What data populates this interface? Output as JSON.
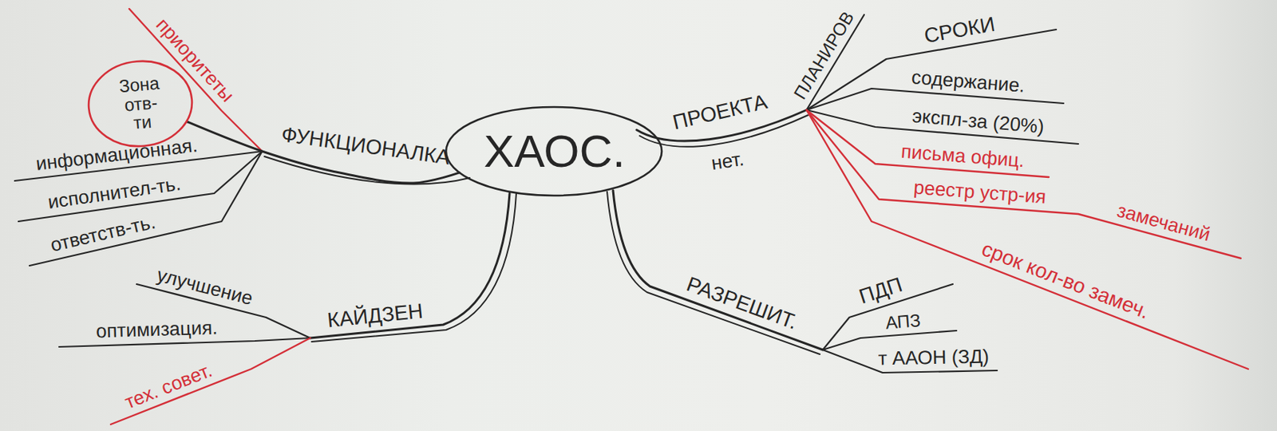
{
  "diagram": {
    "nodes": [
      {
        "text": [
          "ХАОС."
        ]
      },
      {
        "text": [
          "Зона отв-ти"
        ]
      }
    ],
    "edges": [
      {
        "from": 0,
        "to": 1,
        "arrow": "none"
      }
    ],
    "labels": [
      "ФУНКЦИОНАЛКА",
      "приоритеты",
      "информационная.",
      "исполнител-ть.",
      "ответств-ть.",
      "КАЙДЗЕН",
      "улучшение",
      "оптимизация.",
      "тех. совет.",
      "ПРОЕКТА",
      "нет.",
      "ПЛАНИРОВ",
      "СРОКИ",
      "содержание.",
      "экспл-за (20%)",
      "письма офиц.",
      "реестр устр-ия",
      "замечаний",
      "срок кол-во замеч.",
      "РАЗРЕШИТ.",
      "ПДП",
      "АПЗ",
      "т ААОН (ЗД)"
    ]
  }
}
